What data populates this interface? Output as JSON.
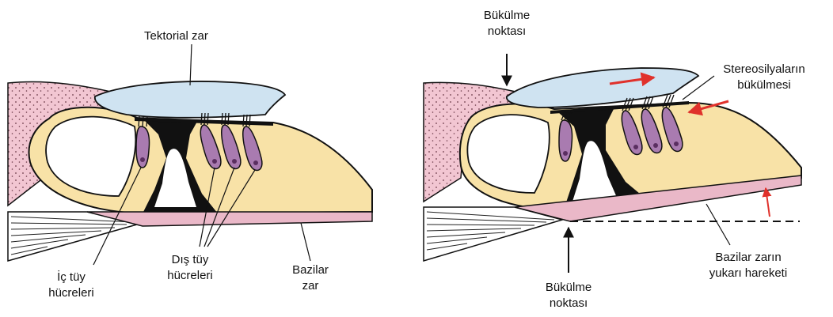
{
  "left_panel": {
    "tectorial_label": "Tektorial zar",
    "inner_hair_label": [
      "İç tüy",
      "hücreleri"
    ],
    "outer_hair_label": [
      "Dış tüy",
      "hücreleri"
    ],
    "basilar_label": [
      "Bazilar",
      "zar"
    ]
  },
  "right_panel": {
    "bend_point_top_label": [
      "Bükülme",
      "noktası"
    ],
    "stereocilia_label": [
      "Stereosilyaların",
      "bükülmesi"
    ],
    "bend_point_bottom_label": [
      "Bükülme",
      "noktası"
    ],
    "basilar_motion_label": [
      "Bazilar zarın",
      "yukarı hareketi"
    ]
  },
  "colors": {
    "tectorial": "#cfe3f1",
    "pink_tissue": "#f2c6d2",
    "cream": "#f8e2a7",
    "hair_cell": "#a97bb0",
    "pink_membrane": "#eab8c8",
    "red_arrow": "#e0312b",
    "outline": "#111111"
  }
}
